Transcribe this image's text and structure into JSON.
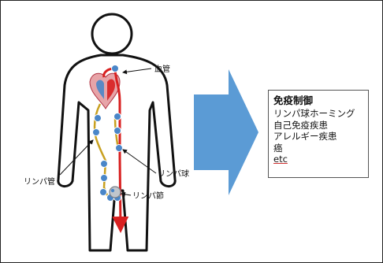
{
  "labels": {
    "blood_vessel": "血管",
    "lymph_vessel": "リンパ管",
    "lymphocyte": "リンパ球",
    "lymph_node": "リンパ節"
  },
  "box": {
    "title": "免疫制御",
    "items": [
      "リンパ球ホーミング",
      "自己免疫疾患",
      "アレルギー疾患",
      "癌",
      "etc"
    ]
  },
  "colors": {
    "arrow_blue": "#5b9bd5",
    "blood_red": "#d82020",
    "lymph_gold": "#c8a020",
    "node_blue": "#4a86c8"
  }
}
